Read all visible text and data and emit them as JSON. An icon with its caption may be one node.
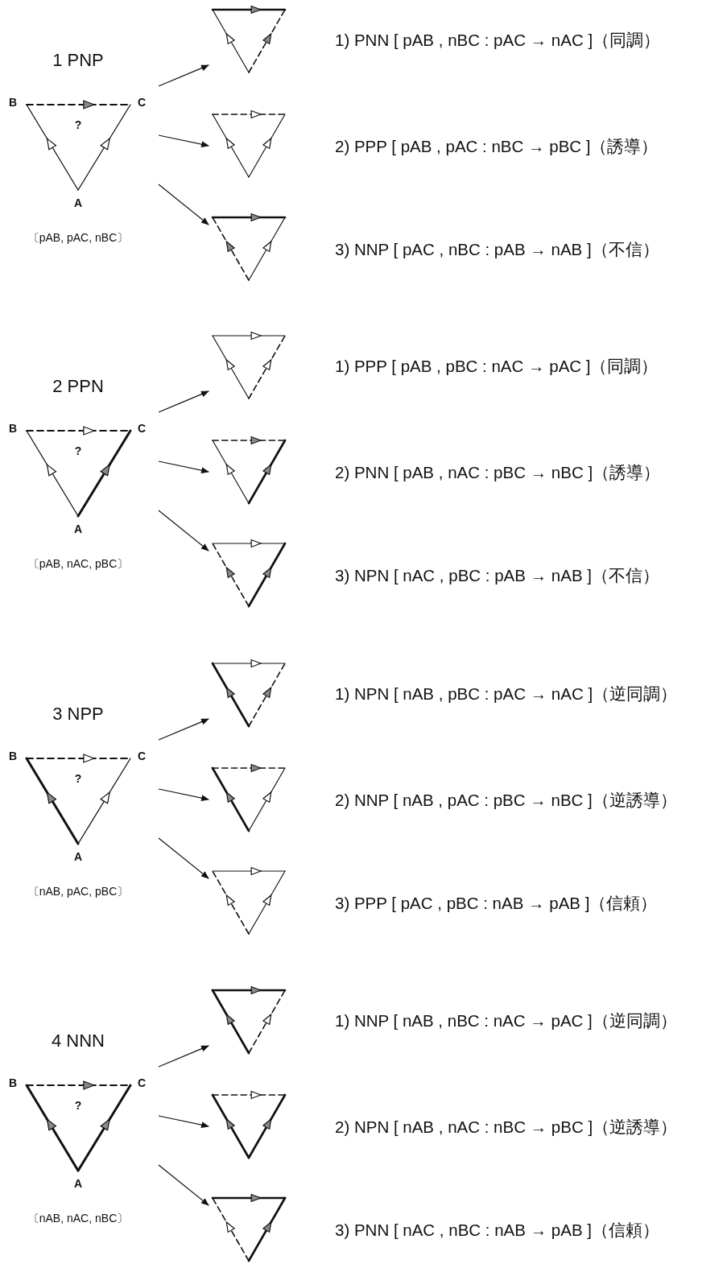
{
  "diagram": {
    "nodes": [
      {
        "text": [
          "1 PNP",
          "?"
        ],
        "beside": [
          "B",
          "C",
          "A",
          "〔pAB, pAC, nBC〕"
        ]
      },
      {
        "text": [],
        "shape": "triangle",
        "beside": [
          "1) PNN [ pAB , nBC : pAC → nAC ]（同調）"
        ]
      },
      {
        "text": [],
        "shape": "triangle",
        "beside": [
          "2) PPP [ pAB , pAC : nBC → pBC ]（誘導）"
        ]
      },
      {
        "text": [],
        "shape": "triangle",
        "beside": [
          "3) NNP [ pAC , nBC : pAB → nAB ]（不信）"
        ]
      },
      {
        "text": [
          "2 PPN",
          "?"
        ],
        "beside": [
          "B",
          "C",
          "A",
          "〔pAB, nAC, pBC〕"
        ]
      },
      {
        "text": [],
        "shape": "triangle",
        "beside": [
          "1) PPP [ pAB , pBC : nAC → pAC ]（同調）"
        ]
      },
      {
        "text": [],
        "shape": "triangle",
        "beside": [
          "2) PNN [ pAB , nAC : pBC → nBC ]（誘導）"
        ]
      },
      {
        "text": [],
        "shape": "triangle",
        "beside": [
          "3) NPN [ nAC , pBC : pAB → nAB ]（不信）"
        ]
      },
      {
        "text": [
          "3 NPP",
          "?"
        ],
        "beside": [
          "B",
          "C",
          "A",
          "〔nAB, pAC, pBC〕"
        ]
      },
      {
        "text": [],
        "shape": "triangle",
        "beside": [
          "1) NPN [ nAB , pBC : pAC → nAC ]（逆同調）"
        ]
      },
      {
        "text": [],
        "shape": "triangle",
        "beside": [
          "2) NNP [ nAB , pAC : pBC → nBC ]（逆誘導）"
        ]
      },
      {
        "text": [],
        "shape": "triangle",
        "beside": [
          "3) PPP [ pAC , pBC : nAB → pAB ]（信頼）"
        ]
      },
      {
        "text": [
          "4 NNN",
          "?"
        ],
        "beside": [
          "B",
          "C",
          "A",
          "〔nAB, nAC, nBC〕"
        ]
      },
      {
        "text": [],
        "shape": "triangle",
        "beside": [
          "1) NNP [ nAB , nBC : nAC → pAC ]（逆同調）"
        ]
      },
      {
        "text": [],
        "shape": "triangle",
        "beside": [
          "2) NPN [ nAB , nAC : nBC → pBC ]（逆誘導）"
        ]
      },
      {
        "text": [],
        "shape": "triangle",
        "beside": [
          "3) PNN [ nAC , nBC : nAB → pAB ]（信頼）"
        ]
      }
    ],
    "edges": [
      {
        "from": 0,
        "to": 1,
        "arrow": "to"
      },
      {
        "from": 0,
        "to": 2,
        "arrow": "to"
      },
      {
        "from": 0,
        "to": 3,
        "arrow": "to"
      },
      {
        "from": 4,
        "to": 5,
        "arrow": "to"
      },
      {
        "from": 4,
        "to": 6,
        "arrow": "to"
      },
      {
        "from": 4,
        "to": 7,
        "arrow": "to"
      },
      {
        "from": 8,
        "to": 9,
        "arrow": "to"
      },
      {
        "from": 8,
        "to": 10,
        "arrow": "to"
      },
      {
        "from": 8,
        "to": 11,
        "arrow": "to"
      },
      {
        "from": 12,
        "to": 13,
        "arrow": "to"
      },
      {
        "from": 12,
        "to": 14,
        "arrow": "to"
      },
      {
        "from": 12,
        "to": 15,
        "arrow": "to"
      }
    ]
  }
}
